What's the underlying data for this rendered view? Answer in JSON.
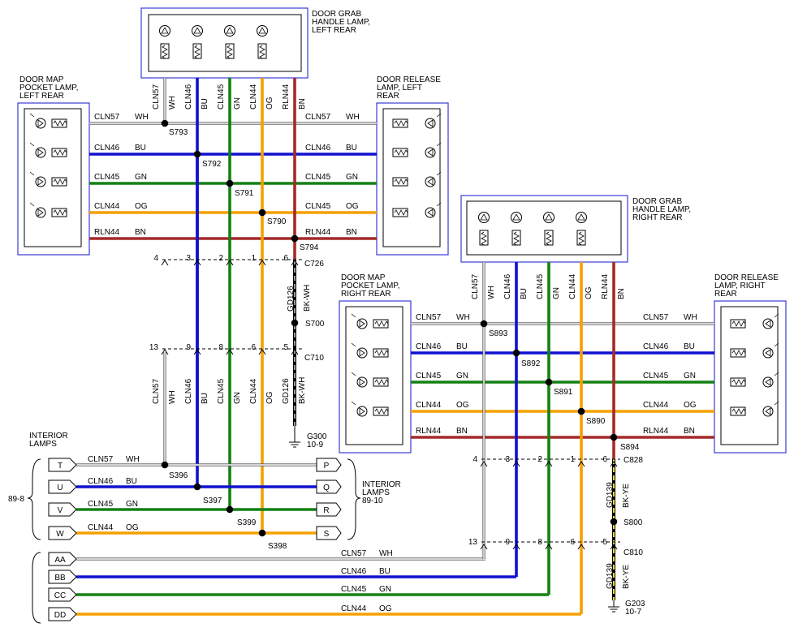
{
  "components": {
    "grab_left": {
      "title": [
        "DOOR GRAB",
        "HANDLE LAMP,",
        "LEFT REAR"
      ]
    },
    "grab_right": {
      "title": [
        "DOOR GRAB",
        "HANDLE LAMP,",
        "RIGHT REAR"
      ]
    },
    "map_left": {
      "title": [
        "DOOR MAP",
        "POCKET LAMP,",
        "LEFT REAR"
      ]
    },
    "map_right": {
      "title": [
        "DOOR MAP",
        "POCKET LAMP,",
        "RIGHT REAR"
      ]
    },
    "release_left": {
      "title": [
        "DOOR RELEASE",
        "LAMP, LEFT",
        "REAR"
      ]
    },
    "release_right": {
      "title": [
        "DOOR RELEASE",
        "LAMP, RIGHT",
        "REAR"
      ]
    },
    "interior_left": {
      "title": [
        "INTERIOR",
        "LAMPS"
      ],
      "ref": "89-8"
    },
    "interior_right": {
      "title": [
        "INTERIOR",
        "LAMPS"
      ],
      "ref": "89-10"
    }
  },
  "colors": {
    "WH": "#ffffff",
    "BU": "#1010d0",
    "GN": "#138013",
    "OG": "#f5a000",
    "BN": "#a52a2a",
    "BKYE": "#f0e020",
    "BK": "#000000"
  },
  "wires": {
    "cln57": {
      "circuit": "CLN57",
      "color": "WH"
    },
    "cln46": {
      "circuit": "CLN46",
      "color": "BU"
    },
    "cln45": {
      "circuit": "CLN45",
      "color": "GN"
    },
    "cln44": {
      "circuit": "CLN44",
      "color": "OG"
    },
    "rln44": {
      "circuit": "RLN44",
      "color": "BN"
    },
    "gd139": {
      "circuit": "GD139",
      "color": "BK-YE"
    },
    "gd126": {
      "circuit": "GD126",
      "color": "BK-WH"
    }
  },
  "splices": [
    "S793",
    "S792",
    "S791",
    "S790",
    "S794",
    "S700",
    "S893",
    "S892",
    "S891",
    "S890",
    "S894",
    "S800",
    "S396",
    "S397",
    "S399",
    "S398"
  ],
  "connectors": {
    "c726": {
      "name": "C726",
      "pins": [
        "4",
        "3",
        "2",
        "1",
        "6"
      ]
    },
    "c710": {
      "name": "C710",
      "pins": [
        "13",
        "9",
        "8",
        "6",
        "5"
      ]
    },
    "c828": {
      "name": "C828",
      "pins": [
        "4",
        "3",
        "2",
        "1",
        "6"
      ]
    },
    "c810": {
      "name": "C810",
      "pins": [
        "13",
        "9",
        "8",
        "6",
        "5"
      ]
    }
  },
  "grounds": {
    "g300": {
      "name": "G300",
      "ref": "10-9"
    },
    "g203": {
      "name": "G203",
      "ref": "10-7"
    }
  },
  "terminals": {
    "left": [
      "T",
      "U",
      "V",
      "W",
      "AA",
      "BB",
      "CC",
      "DD"
    ],
    "right": [
      "P",
      "Q",
      "R",
      "S"
    ]
  },
  "release_left_labels": [
    "CLN45"
  ]
}
